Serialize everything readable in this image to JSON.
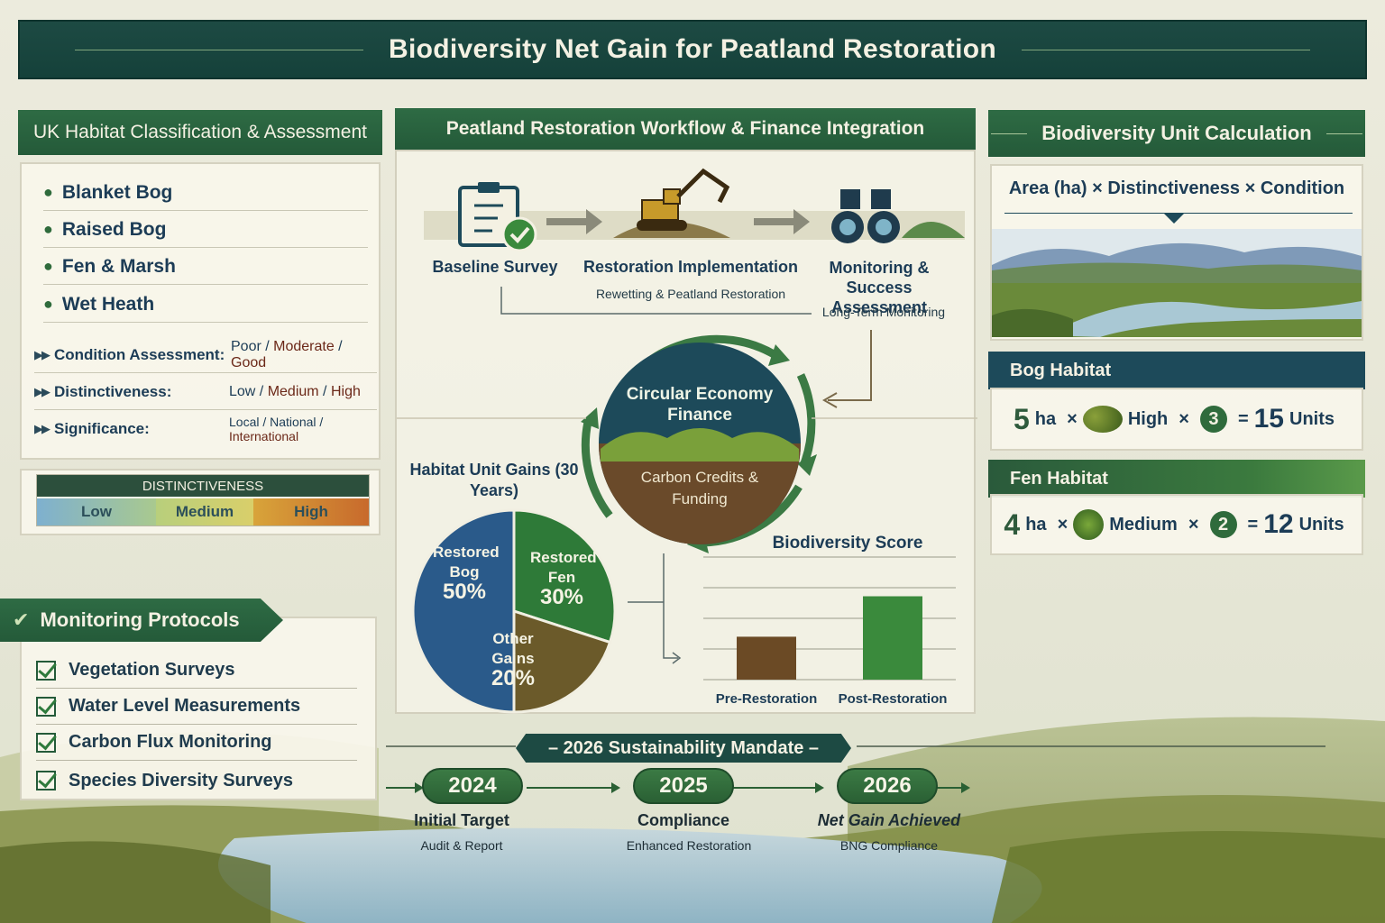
{
  "title": "Biodiversity Net Gain for Peatland Restoration",
  "habitat_panel": {
    "heading": "UK Habitat Classification & Assessment",
    "habitats": [
      "Blanket Bog",
      "Raised Bog",
      "Fen & Marsh",
      "Wet Heath"
    ],
    "assessments": [
      {
        "label": "Condition Assessment:",
        "values": [
          "Poor",
          "Moderate",
          "Good"
        ]
      },
      {
        "label": "Distinctiveness:",
        "values": [
          "Low",
          "Medium",
          "High"
        ]
      },
      {
        "label": "Significance:",
        "values": [
          "Local",
          "National",
          "International"
        ]
      }
    ],
    "separator": " / ",
    "distinctiveness_bar": {
      "title": "DISTINCTIVENESS",
      "levels": [
        "Low",
        "Medium",
        "High"
      ]
    }
  },
  "monitoring": {
    "heading": "Monitoring Protocols",
    "items": [
      "Vegetation Surveys",
      "Water Level Measurements",
      "Carbon Flux Monitoring",
      "Species Diversity Surveys"
    ]
  },
  "workflow": {
    "heading": "Peatland Restoration Workflow & Finance Integration",
    "steps": [
      {
        "label": "Baseline Survey",
        "icon": "clipboard-check-icon"
      },
      {
        "label": "Restoration Implementation",
        "sub": "Rewetting & Peatland Restoration",
        "icon": "excavator-icon"
      },
      {
        "label": "Monitoring & Success Assessment",
        "sub": "Long-Term Monitoring",
        "icon": "binoculars-icon"
      }
    ],
    "circular": {
      "title": "Circular Economy Finance",
      "sub": "Carbon Credits & Funding"
    }
  },
  "pie": {
    "title": "Habitat Unit Gains (30 Years)",
    "slices": [
      {
        "label": "Restored Bog",
        "value": 50,
        "display": "50%",
        "color": "#2a5a8a"
      },
      {
        "label": "Restored Fen",
        "value": 30,
        "display": "30%",
        "color": "#2e7a38"
      },
      {
        "label": "Other Gains",
        "value": 20,
        "display": "20%",
        "color": "#6b5a2a"
      }
    ]
  },
  "chart_data": {
    "type": "bar",
    "title": "Biodiversity Score",
    "categories": [
      "Pre-Restoration",
      "Post-Restoration"
    ],
    "values": [
      35,
      68
    ],
    "ylim": [
      0,
      100
    ],
    "grid": true,
    "colors": [
      "#6b4a25",
      "#3a8a3c"
    ]
  },
  "units": {
    "heading": "Biodiversity Unit Calculation",
    "formula": "Area (ha) × Distinctiveness × Condition",
    "bog": {
      "heading": "Bog Habitat",
      "area": "5",
      "area_unit": "ha",
      "distinctiveness": "High",
      "condition": "3",
      "result": "15",
      "result_unit": "Units"
    },
    "fen": {
      "heading": "Fen Habitat",
      "area": "4",
      "area_unit": "ha",
      "distinctiveness": "Medium",
      "condition": "2",
      "result": "12",
      "result_unit": "Units"
    },
    "times": "×",
    "equals": "="
  },
  "timeline": {
    "heading": "– 2026 Sustainability Mandate –",
    "milestones": [
      {
        "year": "2024",
        "label": "Initial Target",
        "sub": "Audit & Report"
      },
      {
        "year": "2025",
        "label": "Compliance",
        "sub": "Enhanced Restoration"
      },
      {
        "year": "2026",
        "label": "Net Gain Achieved",
        "sub": "BNG Compliance"
      }
    ]
  },
  "colors": {
    "primary": "#1d4a43",
    "accent": "#2e6b44",
    "navy": "#1d4a5a"
  }
}
